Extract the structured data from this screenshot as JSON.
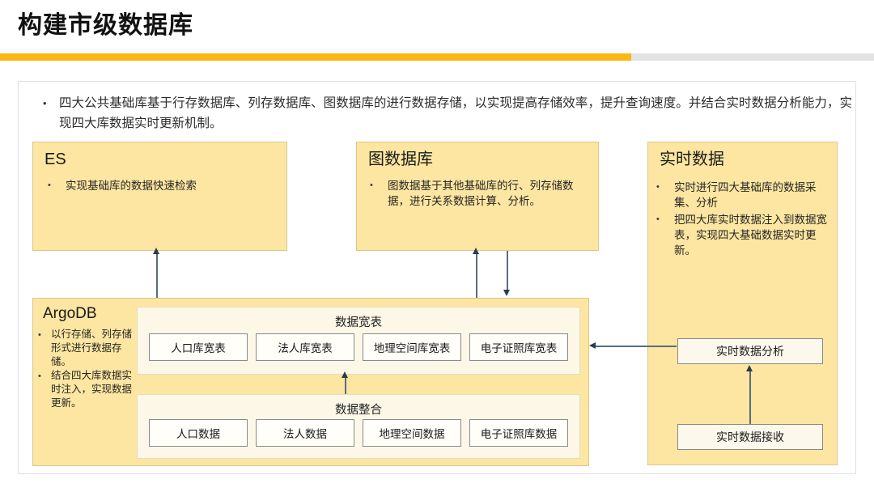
{
  "header": {
    "title": "构建市级数据库",
    "accent_color": "#FCB714",
    "rule_secondary_color": "#E3E3E3"
  },
  "intro": {
    "bullet_marker": "•",
    "text": "四大公共基础库基于行存数据库、列存数据库、图数据库的进行数据存储，以实现提高存储效率，提升查询速度。并结合实时数据分析能力，实现四大库数据实时更新机制。"
  },
  "panel_fill_color": "#FCE6A1",
  "group_fill_color": "#FDF7E7",
  "boxes": {
    "es": {
      "title": "ES",
      "bullets": [
        "实现基础库的数据快速检索"
      ]
    },
    "graph_db": {
      "title": "图数据库",
      "bullets": [
        "图数据基于其他基础库的行、列存储数据，进行关系数据计算、分析。"
      ]
    },
    "realtime": {
      "title": "实时数据",
      "bullets": [
        "实时进行四大基础库的数据采集、分析",
        "把四大库实时数据注入到数据宽表，实现四大基础数据实时更新。"
      ],
      "nodes": {
        "analysis": "实时数据分析",
        "receive": "实时数据接收"
      }
    },
    "argodb": {
      "title": "ArgoDB",
      "bullets": [
        "以行存储、列存储形式进行数据存储。",
        "结合四大库数据实时注入，实现数据更新。"
      ],
      "groups": [
        {
          "title": "数据宽表",
          "chips": [
            "人口库宽表",
            "法人库宽表",
            "地理空间库宽表",
            "电子证照库宽表"
          ]
        },
        {
          "title": "数据整合",
          "chips": [
            "人口数据",
            "法人数据",
            "地理空间数据",
            "电子证照库数据"
          ]
        }
      ]
    }
  }
}
